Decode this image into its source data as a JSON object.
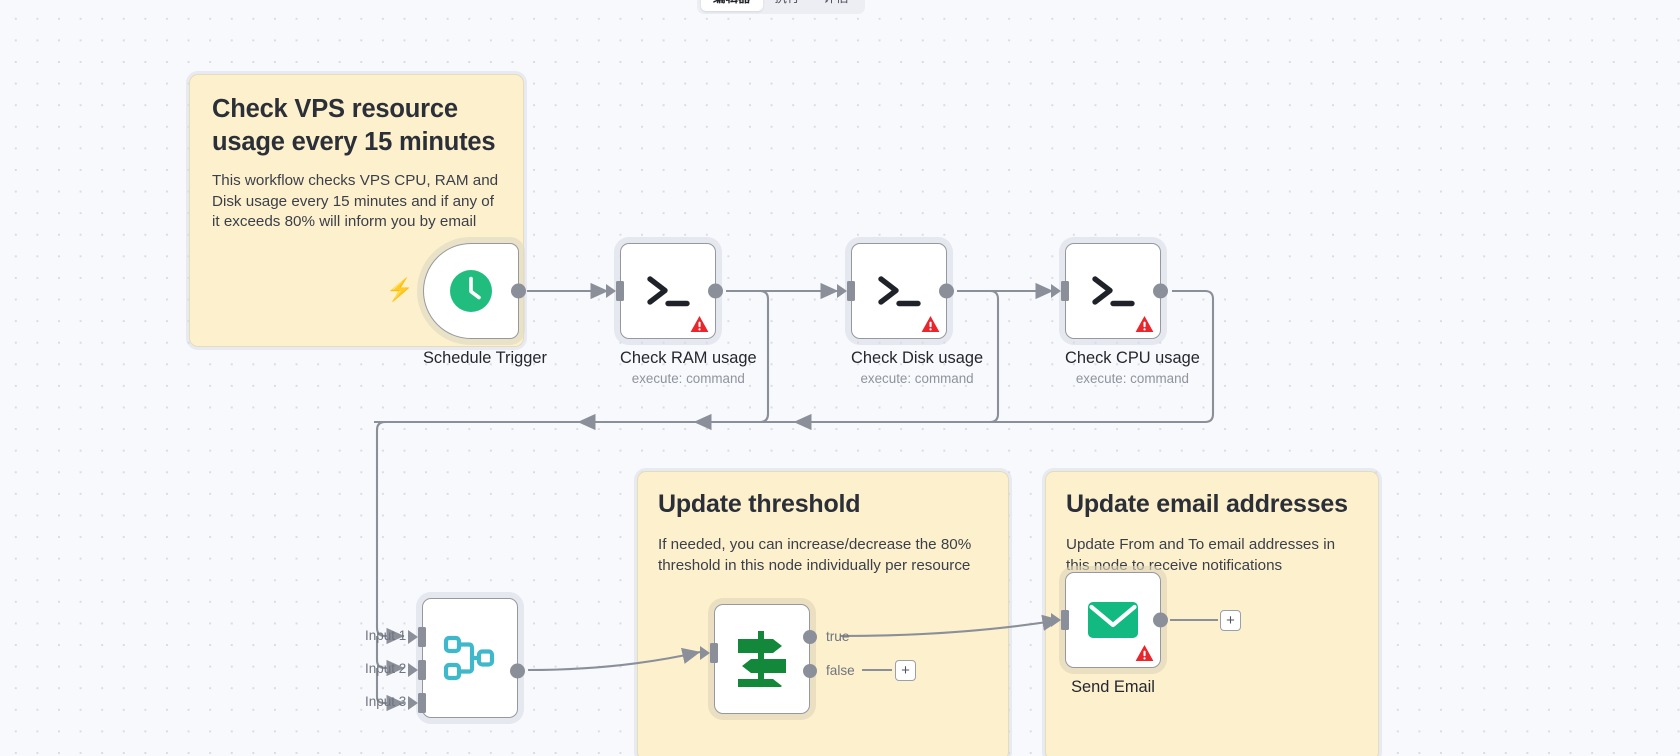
{
  "app": {
    "name": "n8n-workflow-canvas"
  },
  "tabs": {
    "items": [
      {
        "label": "编辑器",
        "active": true
      },
      {
        "label": "执行",
        "active": false
      },
      {
        "label": "评估",
        "active": false
      }
    ]
  },
  "stickies": [
    {
      "id": "check-vps-resource-usage",
      "title": "Check VPS resource usage every 15 minutes",
      "body": "This workflow checks VPS CPU, RAM and Disk usage every 15 minutes and if any of it exceeds 80% will inform you by email",
      "color": "#fdf0cd"
    },
    {
      "id": "update-threshold",
      "title": "Update threshold",
      "body": "If needed, you can increase/decrease the 80% threshold in this node individually per resource",
      "color": "#fdf0cd"
    },
    {
      "id": "update-email-addresses",
      "title": "Update email addresses",
      "body": "Update From and To email addresses in this node to receive notifications",
      "color": "#fdf0cd"
    }
  ],
  "nodes": [
    {
      "id": "schedule-trigger",
      "label": "Schedule Trigger",
      "subtitle": "",
      "icon": "clock-icon",
      "icon_color": "#21bd7e",
      "type": "trigger",
      "has_warning": false
    },
    {
      "id": "check-ram-usage",
      "label": "Check RAM usage",
      "subtitle": "execute: command",
      "icon": "terminal-prompt-icon",
      "icon_color": "#1f2329",
      "type": "action",
      "has_warning": true
    },
    {
      "id": "check-disk-usage",
      "label": "Check Disk usage",
      "subtitle": "execute: command",
      "icon": "terminal-prompt-icon",
      "icon_color": "#1f2329",
      "type": "action",
      "has_warning": true
    },
    {
      "id": "check-cpu-usage",
      "label": "Check CPU usage",
      "subtitle": "execute: command",
      "icon": "terminal-prompt-icon",
      "icon_color": "#1f2329",
      "type": "action",
      "has_warning": true
    },
    {
      "id": "merge-node",
      "label": "",
      "subtitle": "",
      "icon": "merge-branch-icon",
      "icon_color": "#3fb8cc",
      "type": "merge",
      "has_warning": false,
      "inputs": [
        "Input 1",
        "Input 2",
        "Input 3"
      ]
    },
    {
      "id": "if-node",
      "label": "",
      "subtitle": "",
      "icon": "signpost-filter-icon",
      "icon_color": "#14883a",
      "type": "if",
      "has_warning": false,
      "outputs": [
        "true",
        "false"
      ]
    },
    {
      "id": "send-email",
      "label": "Send Email",
      "subtitle": "",
      "icon": "envelope-icon",
      "icon_color": "#12b981",
      "type": "action",
      "has_warning": true
    }
  ],
  "connections": {
    "add_button_label": "+"
  },
  "colors": {
    "canvas_bg": "#f8f9fc",
    "grid_dot": "#d9dce6",
    "sticky": "#fdf0cd",
    "sticky_border": "#e8dcb4",
    "node_border": "#95999f",
    "edge": "#8a8f99",
    "warning": "#e8262b",
    "accent_green": "#21bd7e",
    "accent_teal": "#3fb8cc",
    "accent_dark_green": "#14883a"
  }
}
